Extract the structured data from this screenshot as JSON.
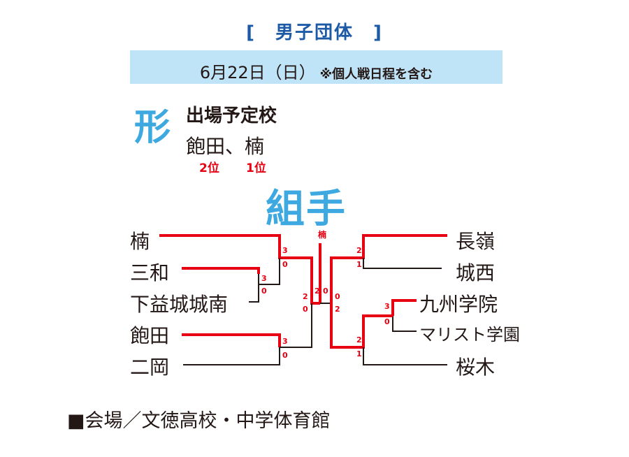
{
  "title": "[　男子団体　]",
  "date": {
    "main": "6月22日（日）",
    "note": "※個人戦日程を含む"
  },
  "kata": {
    "heading": "形",
    "subheading": "出場予定校",
    "schools": "飽田、楠",
    "ranks": [
      "2位",
      "1位"
    ]
  },
  "kumite": {
    "heading": "組手",
    "champion": "楠",
    "teams_left": [
      "楠",
      "三和",
      "下益城城南",
      "飽田",
      "二岡"
    ],
    "teams_right": [
      "長嶺",
      "城西",
      "九州学院",
      "マリスト学園",
      "桜木"
    ],
    "scores": {
      "l_r1_top": "3",
      "l_r1_bottom": "0",
      "l_r1b_top": "3",
      "l_r1b_bottom": "0",
      "l_qf_top": "3",
      "l_qf_bottom": "0",
      "l_sf_top": "2",
      "l_sf_bottom": "0",
      "final_left": "2",
      "final_right": "0",
      "r_sf_top": "0",
      "r_sf_bottom": "2",
      "r_qf_top": "2",
      "r_qf_bottom": "1",
      "r_r1_top": "3",
      "r_r1_bottom": "0",
      "r_qf2_top": "2",
      "r_qf2_bottom": "1"
    },
    "colors": {
      "winner": "#e60012",
      "normal": "#231815"
    }
  },
  "venue": "■会場／文徳高校・中学体育館"
}
